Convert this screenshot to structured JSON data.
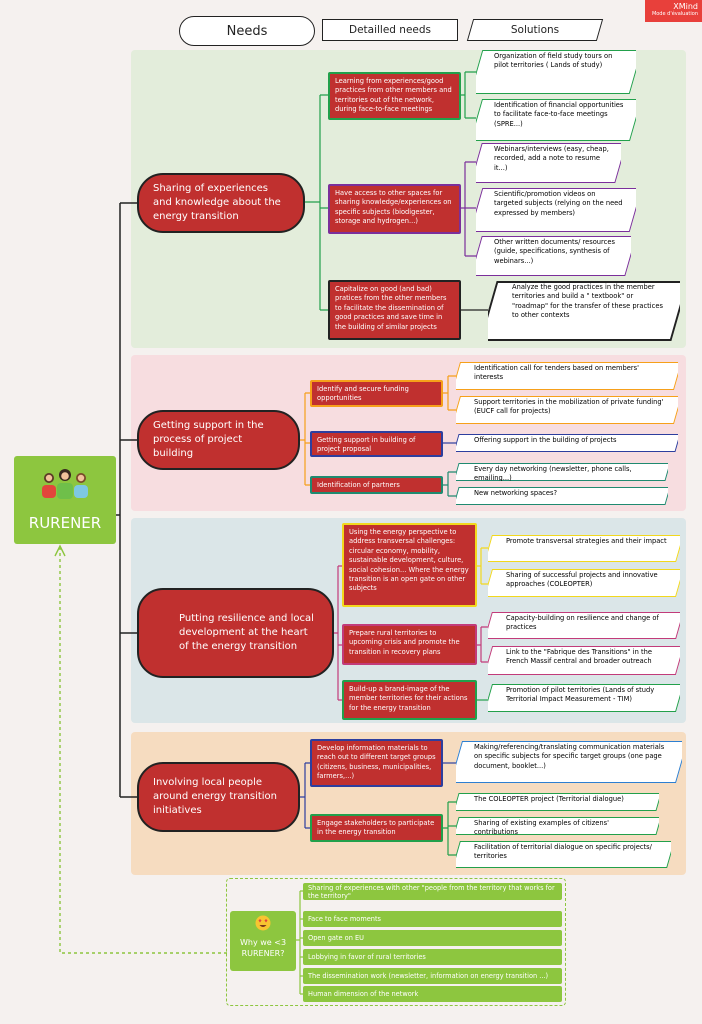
{
  "brand": {
    "name": "XMind",
    "sub": "Mode d'évaluation"
  },
  "headers": {
    "needs": "Needs",
    "detailed": "Detailled needs",
    "solutions": "Solutions"
  },
  "root": {
    "label": "RURENER"
  },
  "needs": [
    {
      "label": "Sharing of experiences and knowledge about the energy transition"
    },
    {
      "label": "Getting support in the process of project building"
    },
    {
      "label": "Putting resilience and local development at the heart of the energy transition"
    },
    {
      "label": "Involving local people around energy transition initiatives"
    }
  ],
  "details": [
    "Learning from experiences/good practices from other members and territories out of the network, during  face-to-face meetings",
    "Have access to other spaces for sharing knowledge/experiences on specific subjects (biodigester, storage and hydrogen...)",
    "Capitalize on good (and bad) pratices from the other members to facilitate the dissemination of good practices and save time in the building of similar projects",
    "Identify and secure funding opportunities",
    "Getting support in building of project proposal",
    "Identification of partners",
    "Using the energy perspective to address transversal challenges: circular economy, mobility, sustainable development, culture, social cohesion... Where the energy transition is an open gate on other subjects",
    "Prepare rural territories to upcoming crisis and promote the transition in recovery plans",
    "Build-up a brand-image of the member territories for their actions for the energy transition",
    "Develop information materials to reach out to different target groups (citizens, business, municipalities, farmers,...)",
    "Engage stakeholders to participate in the energy transition"
  ],
  "solutions": [
    "Organization of field study tours on pilot territories ( Lands of study)",
    "Identification of financial opportunities to facilitate face-to-face meetings (SPRE...)",
    "Webinars/interviews (easy, cheap, recorded, add a note to resume it...)",
    "Scientific/promotion videos on targeted subjects (relying on the need expressed by members)",
    "Other written documents/ resources (guide, specifications, synthesis of webinars...)",
    "Analyze the good practices in the member territories and build a \" textbook\" or \"roadmap\" for the transfer of these practices to other contexts",
    "Identification call for tenders based on members' interests",
    "Support territories in the mobilization of private funding' (EUCF call for projects)",
    "Offering support in the building of projects",
    "Every day networking (newsletter, phone calls, emailing...)",
    "New networking spaces?",
    "Promote transversal strategies and their impact",
    "Sharing of successful projects and innovative approaches (COLEOPTER)",
    "Capacity-building on resilience and change of practices",
    "Link to the \"Fabrique des Transitions\" in the French Massif central and broader outreach",
    "Promotion of pilot territories (Lands of study Territorial Impact Measurement - TIM)",
    "Making/referencing/translating communication materials on specific subjects for specific target groups (one page document, booklet...)",
    "The COLEOPTER project (Territorial dialogue)",
    "Sharing of existing examples of citizens' contributions",
    "Facilitation of territorial dialogue on specific projects/ territories"
  ],
  "why": {
    "label": "Why we <3 RURENER?",
    "items": [
      "Sharing of experiences with other \"people from the territory that works for the territory\"",
      "Face to face moments",
      "Open gate on EU",
      "Lobbying in favor of rural territories",
      "The dissemination work (newsletter, information on energy transition ...)",
      "Human dimension of the network"
    ]
  },
  "colors": {
    "green": "#22a04b",
    "orange": "#f6a01a",
    "blue": "#2d3e9e",
    "teal": "#1f8a70",
    "yellow": "#f2d81d",
    "pink": "#c23b7a",
    "purple": "#7b2f9b",
    "red": "#c0302f",
    "lime": "#8dc63f"
  }
}
